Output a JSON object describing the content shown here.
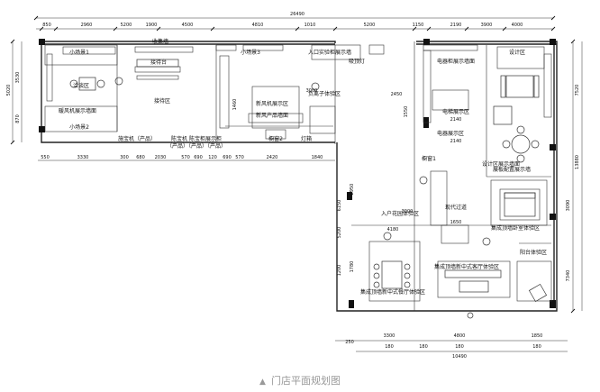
{
  "caption": {
    "icon": "triangle-up-icon",
    "text": "门店平面规划图"
  },
  "labels": [
    "小场景1",
    "洽谈区",
    "暖风机展示墙面",
    "小场景2",
    "收集墙",
    "接待台",
    "接待区",
    "小场景3",
    "入口",
    "新风机展示区",
    "新风产品墙面",
    "负离子体验区",
    "灯箱",
    "施宝机（产品）",
    "陈宝机 陈宝柜展示柜",
    "（产品）（产品）（产品）",
    "橱窗2",
    "吸顶灯",
    "电器柜展示墙面",
    "设计区",
    "设计区展示墙面",
    "入户花园体验区",
    "集成顶墙卧室体验区",
    "集成顶墙新中式客厅体验区",
    "集成顶墙新中式餐厅体验区",
    "阳台体验区",
    "橱窗1",
    "展板配置展示墙",
    "实验柜展示墙",
    "现代过道",
    "电梯展示区",
    "电器展示区"
  ],
  "dims": [
    "26490",
    "850",
    "2960",
    "5200",
    "1900",
    "4500",
    "4810",
    "1010",
    "5200",
    "1150",
    "2190",
    "3900",
    "4000",
    "550",
    "3330",
    "300",
    "680",
    "2030",
    "570",
    "690",
    "120",
    "690",
    "570",
    "2420",
    "1840",
    "5020",
    "3530",
    "870",
    "7520",
    "13880",
    "3090",
    "3000",
    "2450",
    "1460",
    "1550",
    "2140",
    "2140",
    "3000",
    "1650",
    "4180",
    "1200",
    "5200",
    "6150",
    "2950",
    "1780",
    "7340",
    "250",
    "3300",
    "4800",
    "1850",
    "180",
    "180",
    "180",
    "10490",
    "180"
  ]
}
